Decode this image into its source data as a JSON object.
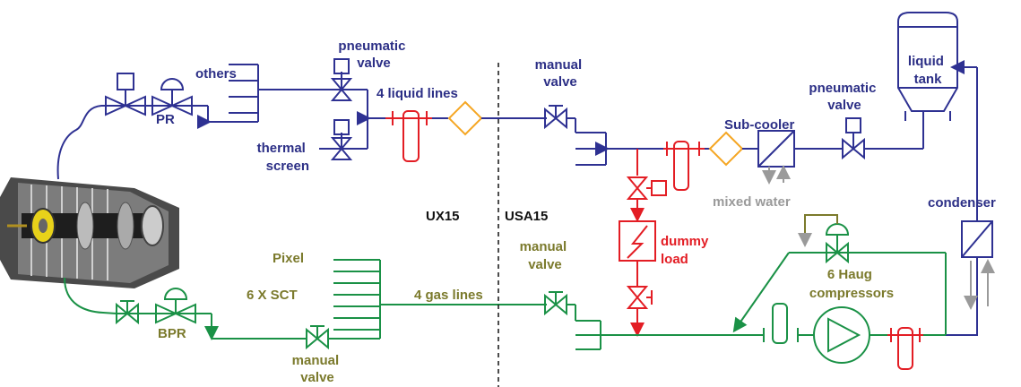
{
  "colors": {
    "liquid_line": "#2e3192",
    "gas_line": "#1a9146",
    "dummy_load": "#e31d24",
    "filter": "#f5a623",
    "water": "#9a9a9a",
    "label_blue": "#2c2f86",
    "label_olive": "#7b7a2c"
  },
  "labels": {
    "pneumatic_valve_left": [
      "pneumatic",
      "valve"
    ],
    "others": "others",
    "pr": "PR",
    "liquid_lines": "4 liquid lines",
    "thermal_screen": [
      "thermal",
      "screen"
    ],
    "manual_valve_top": [
      "manual",
      "valve"
    ],
    "pneumatic_valve_right": [
      "pneumatic",
      "valve"
    ],
    "liquid_tank": [
      "liquid",
      "tank"
    ],
    "sub_cooler": "Sub-cooler",
    "mixed_water": "mixed water",
    "ux15": "UX15",
    "usa15": "USA15",
    "condenser": "condenser",
    "dummy_load": [
      "dummy",
      "load"
    ],
    "pixel": "Pixel",
    "sct": "6 X SCT",
    "gas_lines": "4 gas lines",
    "manual_valve_mid": [
      "manual",
      "valve"
    ],
    "compressors": [
      "6 Haug",
      "compressors"
    ],
    "bpr": "BPR",
    "manual_valve_bottom": [
      "manual",
      "valve"
    ]
  }
}
